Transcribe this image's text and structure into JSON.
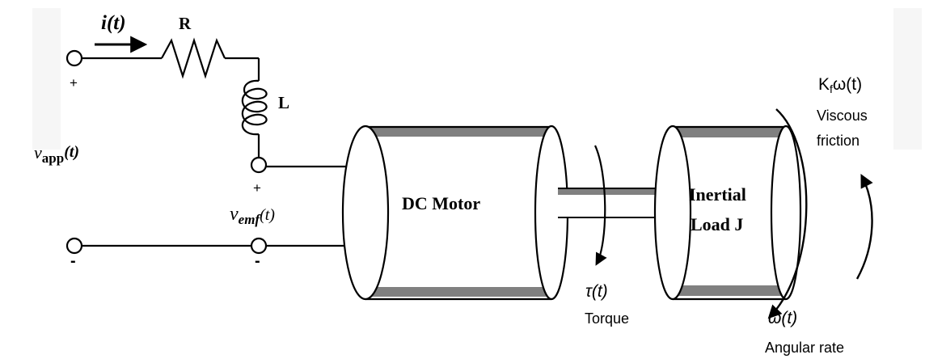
{
  "circuit": {
    "current_label": "i(t)",
    "resistor_label": "R",
    "inductor_label": "L",
    "applied_voltage": {
      "symbol": "v",
      "subscript": "app",
      "suffix": "(t)"
    },
    "emf_voltage": {
      "symbol": "v",
      "subscript": "emf",
      "suffix": "(t)"
    },
    "plus_sign": "+",
    "minus_sign": "-"
  },
  "motor": {
    "label": "DC Motor"
  },
  "load": {
    "label_line1": "Inertial",
    "label_line2": "Load J"
  },
  "torque": {
    "symbol": "τ(t)",
    "name": "Torque"
  },
  "angular_rate": {
    "symbol": "ω(t)",
    "name": "Angular rate"
  },
  "friction": {
    "symbol": "K",
    "subscript": "f",
    "suffix": "ω(t)",
    "name_line1": "Viscous",
    "name_line2": "friction"
  },
  "colors": {
    "line": "#000000",
    "band": "#808080",
    "cylinder": "#ffffff",
    "watermark": "#e6e6e6"
  }
}
